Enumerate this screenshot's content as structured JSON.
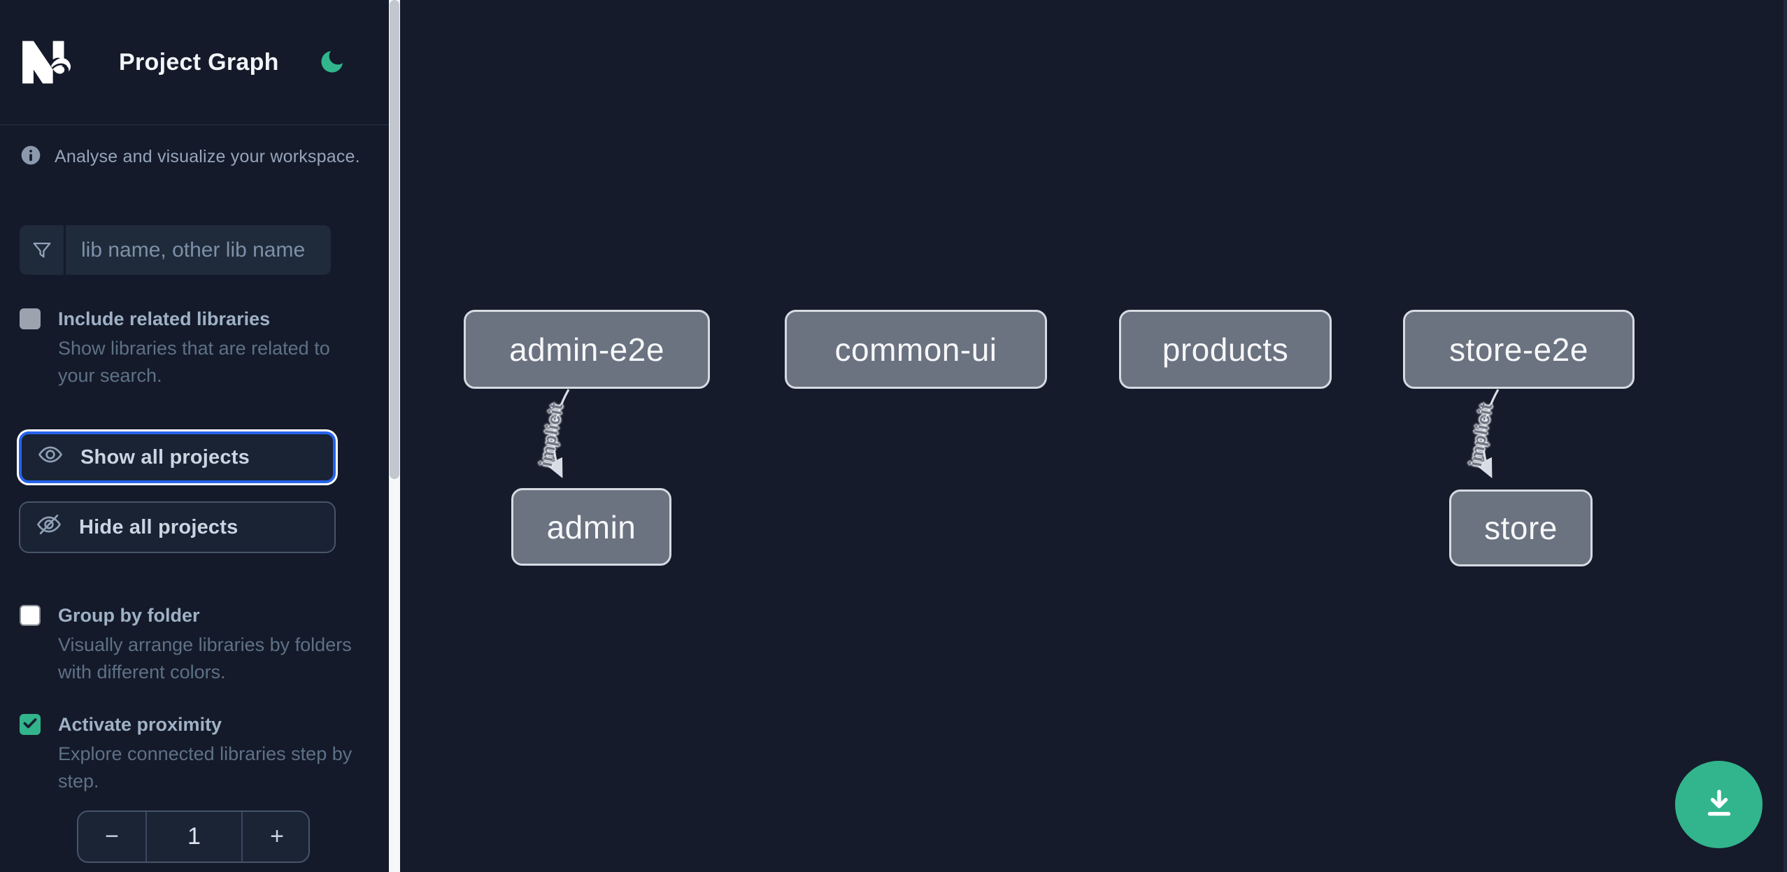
{
  "header": {
    "title": "Project Graph",
    "logo": "nx",
    "theme_icon": "moon"
  },
  "intro": {
    "text": "Analyse and visualize your workspace."
  },
  "search": {
    "placeholder": "lib name, other lib name",
    "value": ""
  },
  "options": [
    {
      "label": "Include related libraries",
      "description": "Show libraries that are related to your search.",
      "checked": false,
      "state": "disabled"
    },
    {
      "label": "Group by folder",
      "description": "Visually arrange libraries by folders with different colors.",
      "checked": false,
      "state": "enabled"
    },
    {
      "label": "Activate proximity",
      "description": "Explore connected libraries step by step.",
      "checked": true,
      "state": "enabled"
    }
  ],
  "buttons": {
    "show_all": "Show all projects",
    "hide_all": "Hide all projects"
  },
  "stepper": {
    "decrement": "−",
    "value": "1",
    "increment": "+"
  },
  "graph": {
    "nodes": [
      {
        "label": "admin-e2e"
      },
      {
        "label": "common-ui"
      },
      {
        "label": "products"
      },
      {
        "label": "store-e2e"
      },
      {
        "label": "admin"
      },
      {
        "label": "store"
      }
    ],
    "edges": [
      {
        "from": "admin-e2e",
        "to": "admin",
        "label": "implicit"
      },
      {
        "from": "store-e2e",
        "to": "store",
        "label": "implicit"
      }
    ]
  },
  "fab": {
    "icon": "download"
  },
  "colors": {
    "accent_green": "#32b58c",
    "focus_blue": "#2563eb",
    "node_fill": "#6b7280",
    "node_border": "#d6dbe3",
    "edge": "#d8dde5",
    "sidebar_bg": "#141a29",
    "canvas_bg": "#151b2a"
  }
}
